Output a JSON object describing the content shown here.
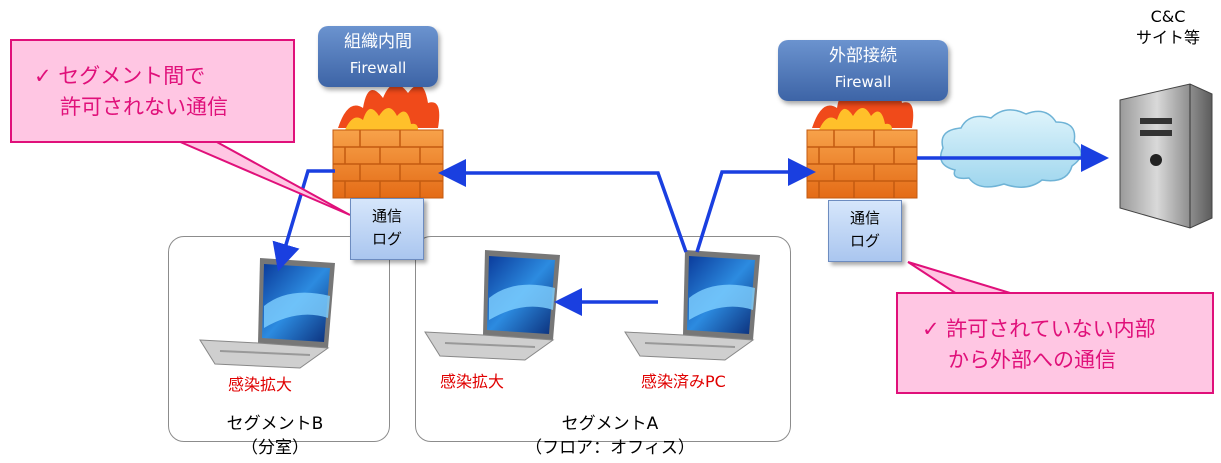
{
  "firewalls": {
    "internal": {
      "line1": "組織内間",
      "line2": "Firewall"
    },
    "external": {
      "line1": "外部接続",
      "line2": "Firewall"
    }
  },
  "cnc": {
    "line1": "C&C",
    "line2": "サイト等"
  },
  "callouts": {
    "left": {
      "check": "✓",
      "line1": "セグメント間で",
      "line2": "許可されない通信"
    },
    "right": {
      "check": "✓",
      "line1": "許可されていない内部",
      "line2": "から外部への通信"
    }
  },
  "logs": {
    "left": {
      "line1": "通信",
      "line2": "ログ"
    },
    "right": {
      "line1": "通信",
      "line2": "ログ"
    }
  },
  "pcs": {
    "segB_pc": "感染拡大",
    "segA_pc1": "感染拡大",
    "segA_pc2": "感染済みPC"
  },
  "segments": {
    "B": {
      "line1": "セグメントB",
      "line2": "（分室）"
    },
    "A": {
      "line1": "セグメントA",
      "line2": "（フロア：オフィス）"
    }
  },
  "colors": {
    "arrow": "#1a3fe0",
    "callout_border": "#e0107a",
    "callout_fill": "#ffc6e3",
    "alert_text": "#e00000"
  }
}
